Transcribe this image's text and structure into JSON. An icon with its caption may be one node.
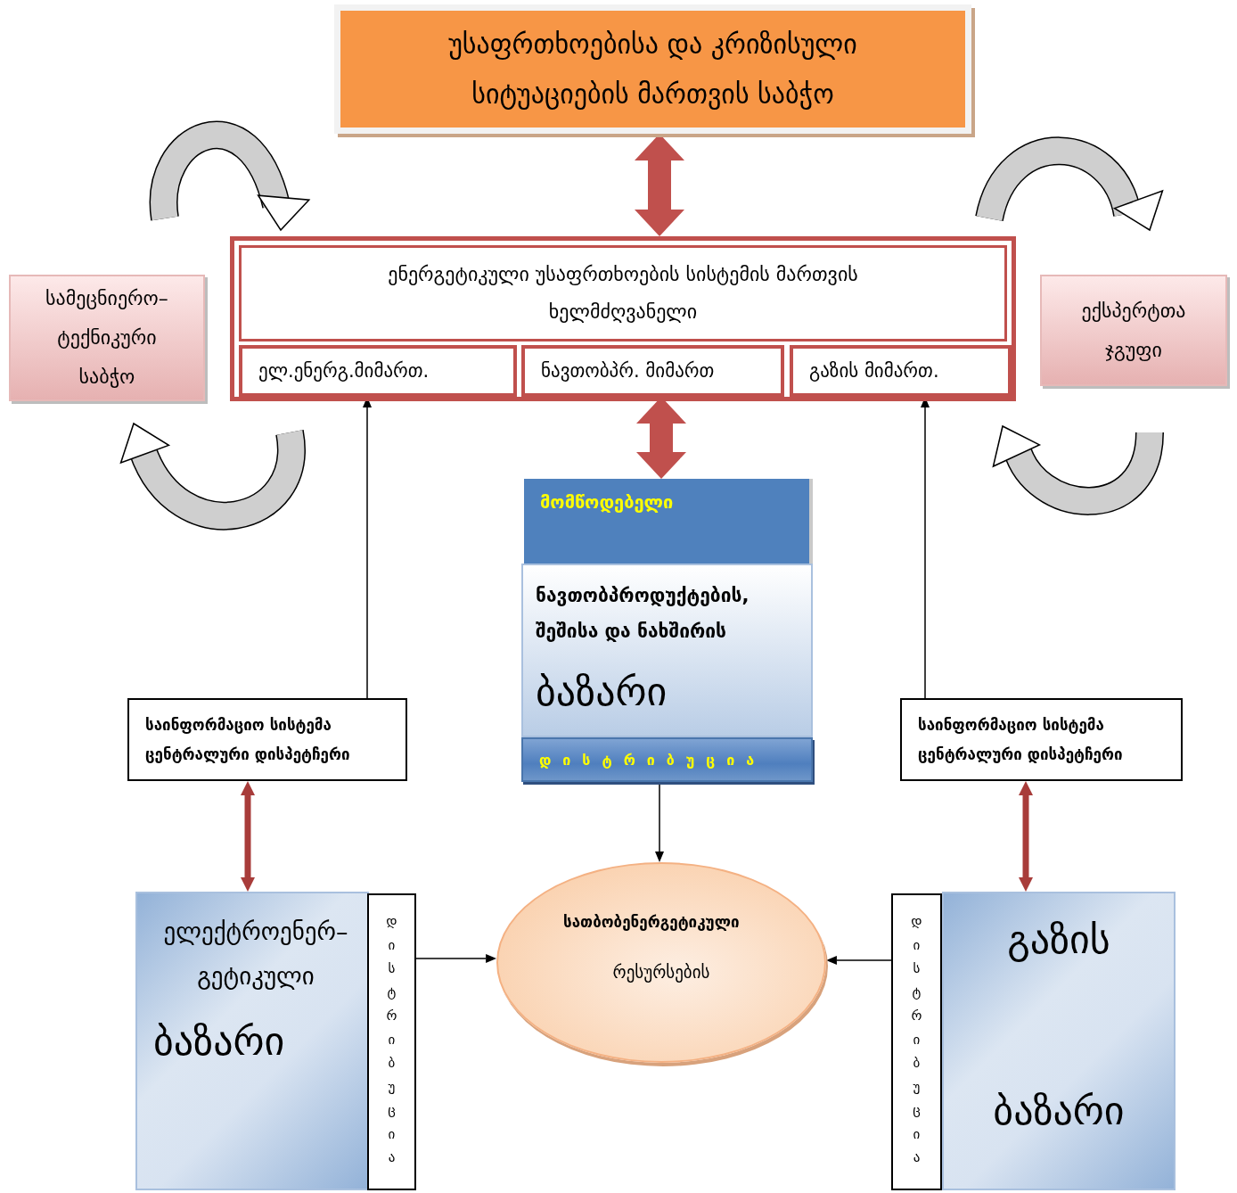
{
  "diagram": {
    "nodes": [
      {
        "text": [
          "უსაფრთხოებისა და კრიზისული სიტუაციების მართვის საბჭო"
        ]
      },
      {
        "text": [
          "ენერგეტიკული უსაფრთხოების სისტემის მართვის ხელმძღვანელი"
        ]
      },
      {
        "text": [
          "ელ.ენერგ.მიმართ."
        ],
        "in": 1
      },
      {
        "text": [
          "ნავთობპრ. მიმართ"
        ],
        "in": 1
      },
      {
        "text": [
          "გაზის მიმართ."
        ],
        "in": 1
      },
      {
        "text": [
          "სამეცნიერო– ტექნიკური საბჭო"
        ]
      },
      {
        "text": [
          "ექსპერტთა ჯგუფი"
        ]
      },
      {
        "text": [
          "მომწოდებელი"
        ]
      },
      {
        "text": [
          "ნავთობპროდუქტების, შეშისა და ნახშირის",
          "ბაზარი"
        ]
      },
      {
        "text": [
          "დისტრიბუცია"
        ]
      },
      {
        "text": [
          "საინფორმაციო სისტემა ცენტრალური დისპეტჩერი"
        ]
      },
      {
        "text": [
          "საინფორმაციო სისტემა ცენტრალური დისპეტჩერი"
        ]
      },
      {
        "text": [
          "ელექტროენერ– გეტიკული",
          "ბაზარი"
        ]
      },
      {
        "text": [
          "დისტრიბუცია"
        ]
      },
      {
        "text": [
          "სათბობენერგეტიკული",
          "რესურსების"
        ]
      },
      {
        "text": [
          "დისტრიბუცია"
        ]
      },
      {
        "text": [
          "გაზის",
          "ბაზარი"
        ]
      }
    ],
    "edges": [
      {
        "from": 0,
        "to": 1,
        "arrow": "both",
        "style": "thick",
        "color": "#c0504d"
      },
      {
        "from": 3,
        "to": 7,
        "arrow": "both",
        "style": "thick",
        "color": "#c0504d"
      },
      {
        "from": 10,
        "to": 2,
        "arrow": "to"
      },
      {
        "from": 11,
        "to": 4,
        "arrow": "to"
      },
      {
        "from": 10,
        "to": 12,
        "arrow": "both",
        "style": "thick",
        "color": "#a83c3a"
      },
      {
        "from": 11,
        "to": 16,
        "arrow": "both",
        "style": "thick",
        "color": "#a83c3a"
      },
      {
        "from": 9,
        "to": 14,
        "arrow": "to"
      },
      {
        "from": 13,
        "to": 14,
        "arrow": "to"
      },
      {
        "from": 15,
        "to": 14,
        "arrow": "to"
      }
    ]
  }
}
